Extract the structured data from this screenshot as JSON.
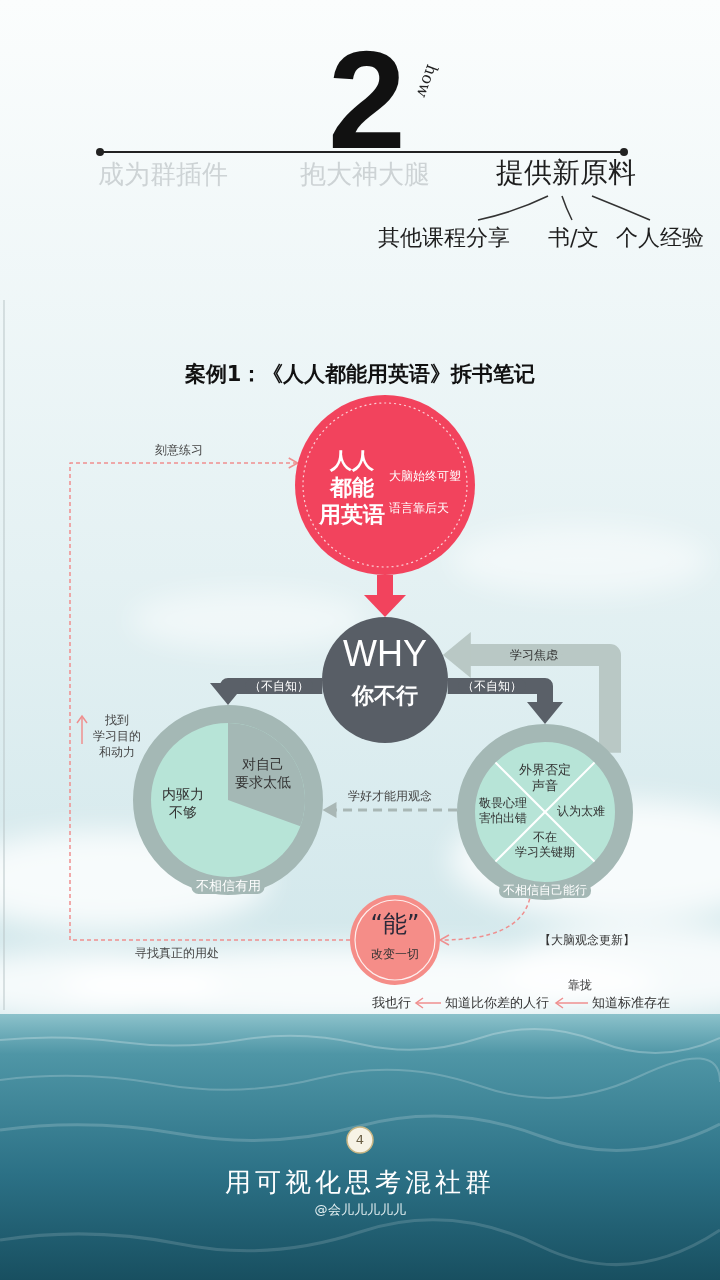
{
  "diagram": {
    "title": "案例1：《人人都能用英语》拆书笔记",
    "nodes": [
      {
        "text": [
          "人人 都能 用英语",
          "大脑始终可塑",
          "语言靠后天"
        ]
      },
      {
        "text": [
          "WHY",
          "你不行"
        ]
      },
      {
        "text": [
          "内驱力 不够",
          "对自己 要求太低",
          "不相信有用"
        ]
      },
      {
        "text": [
          "外界否定 声音",
          "敬畏心理 害怕出错",
          "认为太难",
          "不在 学习关键期",
          "不相信自己能行"
        ]
      },
      {
        "text": [
          "“能”",
          "改变一切"
        ]
      },
      {
        "text": [
          "4"
        ]
      }
    ],
    "edges": [
      {
        "from": 0,
        "to": 1,
        "arrow": "to"
      },
      {
        "from": 1,
        "to": 2,
        "label": "（不自知）",
        "arrow": "to"
      },
      {
        "from": 1,
        "to": 3,
        "label": "（不自知）",
        "arrow": "to"
      },
      {
        "from": 3,
        "to": 1,
        "label": "学习焦虑",
        "arrow": "to"
      },
      {
        "from": 3,
        "to": 2,
        "label": "学好才能用观念",
        "arrow": "to"
      },
      {
        "from": 3,
        "to": 4,
        "label": "【大脑观念更新】",
        "arrow": "to"
      },
      {
        "from": 4,
        "to": 0,
        "arrow": "to"
      }
    ],
    "labels": [
      "2",
      "how",
      "成为群插件",
      "抱大神大腿",
      "提供新原料",
      "其他课程分享",
      "书/文",
      "个人经验",
      "刻意练习",
      "找到 学习目的 和动力",
      "寻找真正的用处",
      "靠拢",
      "知道标准存在",
      "知道比你差的人行",
      "我也行",
      "用可视化思考混社群",
      "@会儿儿儿儿儿"
    ]
  }
}
